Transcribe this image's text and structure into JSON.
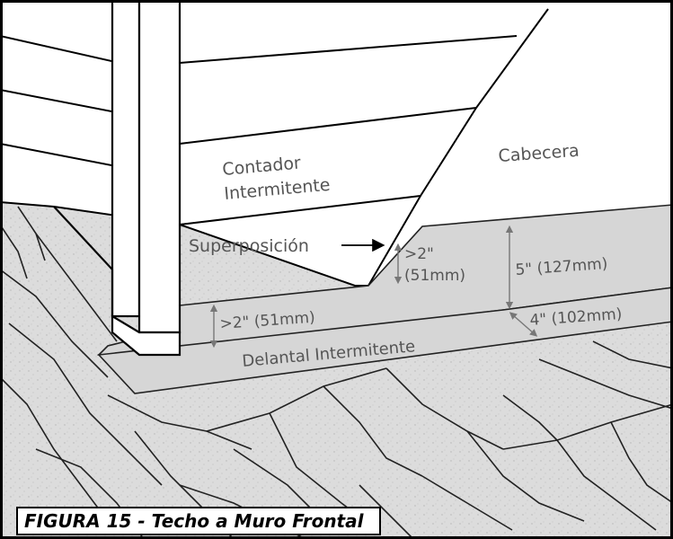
{
  "labels": {
    "cabecera": "Cabecera",
    "contador_line1": "Contador",
    "contador_line2": "Intermitente",
    "superposicion": "Superposición",
    "dim_gt2_top_line1": ">2\"",
    "dim_gt2_top_line2": "(51mm)",
    "dim_5in": "5\" (127mm)",
    "dim_gt2_bottom": ">2\" (51mm)",
    "dim_4in": "4\" (102mm)",
    "delantal": "Delantal Intermitente"
  },
  "caption": "FIGURA 15 - Techo a Muro Frontal",
  "colors": {
    "frame": "#000000",
    "siding": "#ffffff",
    "flashing": "#d6d6d6",
    "shingle": "#dcdcdc",
    "label_text": "#555555"
  }
}
